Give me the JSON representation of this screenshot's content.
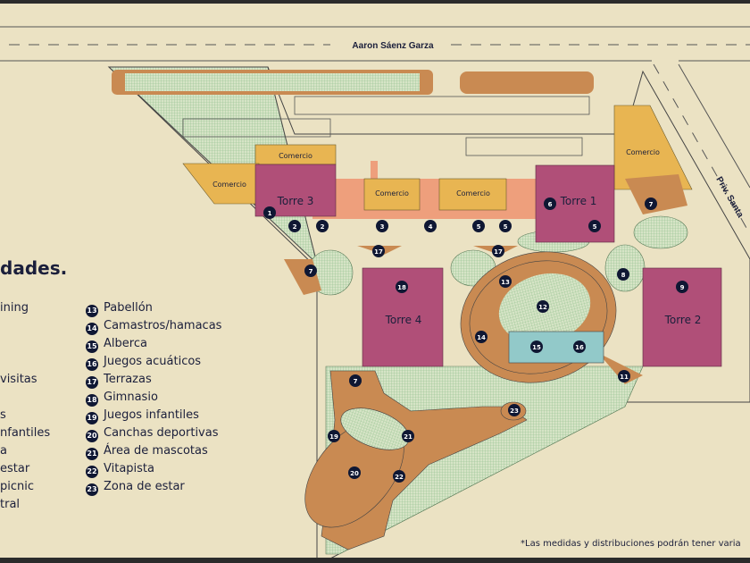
{
  "streets": {
    "top": "Aaron Sáenz Garza",
    "right": "Priv. Santa"
  },
  "buildings": {
    "torre1": "Torre 1",
    "torre2": "Torre 2",
    "torre3": "Torre 3",
    "torre4": "Torre 4",
    "comercio": "Comercio"
  },
  "markers": [
    "1",
    "2",
    "2",
    "3",
    "4",
    "5",
    "5",
    "5",
    "6",
    "7",
    "7",
    "7",
    "8",
    "9",
    "11",
    "12",
    "13",
    "14",
    "15",
    "16",
    "17",
    "17",
    "18",
    "19",
    "20",
    "21",
    "22",
    "23"
  ],
  "legend": {
    "title": "dades.",
    "left_items": [
      "ining",
      "",
      "",
      "",
      " visitas",
      "",
      "s",
      "nfantiles",
      "a",
      "estar",
      "picnic",
      "tral"
    ],
    "right_items": [
      {
        "n": "13",
        "label": "Pabellón"
      },
      {
        "n": "14",
        "label": "Camastros/hamacas"
      },
      {
        "n": "15",
        "label": "Alberca"
      },
      {
        "n": "16",
        "label": "Juegos acuáticos"
      },
      {
        "n": "17",
        "label": "Terrazas"
      },
      {
        "n": "18",
        "label": "Gimnasio"
      },
      {
        "n": "19",
        "label": "Juegos infantiles"
      },
      {
        "n": "20",
        "label": "Canchas deportivas"
      },
      {
        "n": "21",
        "label": "Área de mascotas"
      },
      {
        "n": "22",
        "label": "Vitapista"
      },
      {
        "n": "23",
        "label": "Zona de estar"
      }
    ]
  },
  "note": "*Las medidas y distribuciones podrán tener varia",
  "colors": {
    "bg": "#ebe2c3",
    "torre": "#b04f78",
    "comercio": "#e8b552",
    "amenity": "#ee9f7c",
    "path": "#c98a52",
    "green": "#d3e3c3",
    "pool": "#92c9c9",
    "marker": "#0f1733"
  }
}
